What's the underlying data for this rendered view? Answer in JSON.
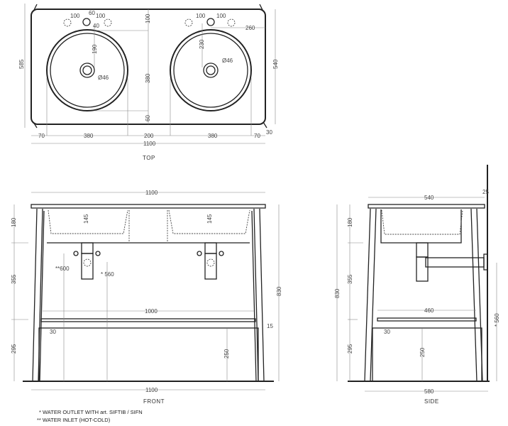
{
  "views": {
    "top": {
      "label": "TOP",
      "dims": {
        "w_total": "1100",
        "h_total": "585",
        "h_inner": "540",
        "left_70": "70",
        "left_380": "380",
        "mid_200": "200",
        "right_380": "380",
        "right_70": "70",
        "leg_30": "30",
        "tap_100a": "100",
        "tap_60": "60",
        "tap_100b": "100",
        "tap_40": "40",
        "edge_100": "100",
        "basin_190": "190",
        "basin_380": "380",
        "basin_60": "60",
        "drain_l": "Ø46",
        "r_100a": "100",
        "r_100b": "100",
        "r_260": "260",
        "r_230": "230",
        "drain_r": "Ø46"
      }
    },
    "front": {
      "label": "FRONT",
      "dims": {
        "w_top": "1100",
        "w_bottom": "1100",
        "h_180": "180",
        "h_355": "355",
        "h_295": "295",
        "h_830": "830",
        "basin_145a": "145",
        "basin_145b": "145",
        "inlet_600": "**600",
        "outlet_560": "* 560",
        "shelf_1000": "1000",
        "shelf_15": "15",
        "shelf_30": "30",
        "floor_250": "250"
      }
    },
    "side": {
      "label": "SIDE",
      "dims": {
        "w_top": "540",
        "wall_25": "25",
        "h_180": "180",
        "h_355": "355",
        "h_295": "295",
        "h_830": "830",
        "outlet_560": "* 560",
        "shelf_460": "460",
        "shelf_30": "30",
        "floor_250": "250",
        "w_bottom": "580"
      }
    }
  },
  "notes": [
    "*  WATER OUTLET WITH art. SIFTIB / SIFN",
    "** WATER INLET (HOT-COLD)"
  ]
}
